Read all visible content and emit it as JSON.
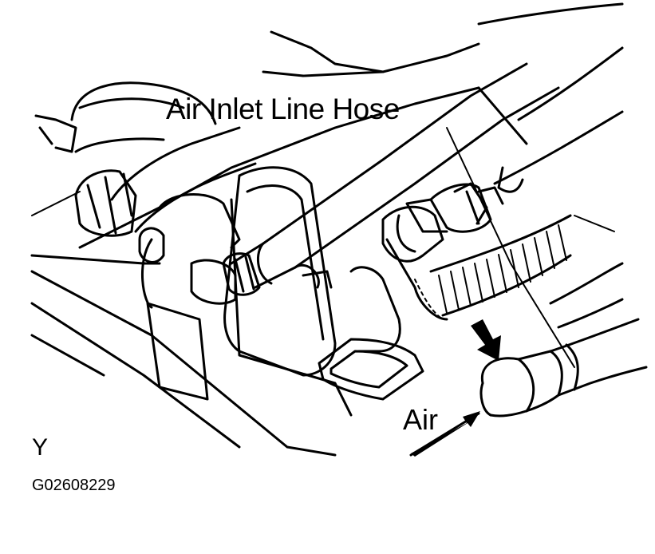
{
  "labels": {
    "hose": "Air Inlet Line Hose",
    "air": "Air",
    "view": "Y",
    "figure_code": "G02608229"
  },
  "colors": {
    "ink": "#000000",
    "paper": "#ffffff"
  }
}
